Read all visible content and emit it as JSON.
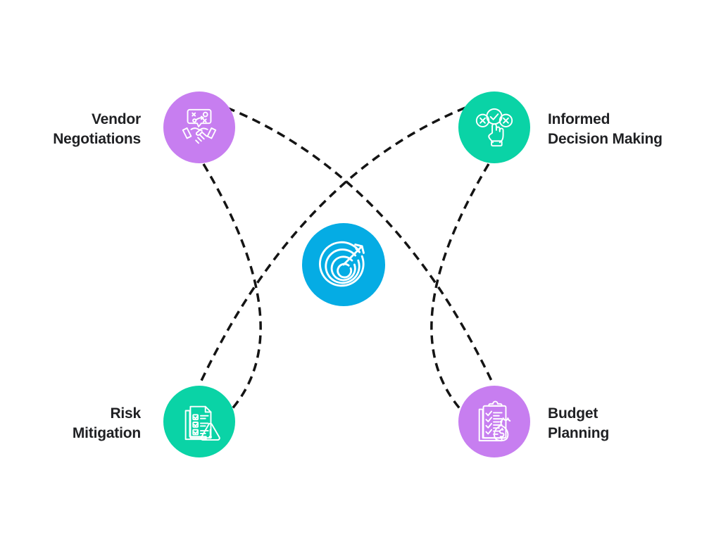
{
  "diagram": {
    "type": "hub-and-spoke-crossed",
    "background": "#ffffff",
    "center": {
      "id": "center-goal",
      "icon": "target-arrow-icon",
      "color": "#05ace4",
      "label": ""
    },
    "connector": {
      "style": "dashed",
      "color": "#141414",
      "dash": "12 8",
      "width": 3.5
    },
    "nodes": [
      {
        "id": "vendor-negotiations",
        "label": "Vendor\nNegotiations",
        "label_side": "left",
        "icon": "handshake-strategy-icon",
        "color": "#c77ef0"
      },
      {
        "id": "informed-decision-making",
        "label": "Informed\nDecision Making",
        "label_side": "right",
        "icon": "hand-choice-check-icon",
        "color": "#0ad3a6"
      },
      {
        "id": "risk-mitigation",
        "label": "Risk\nMitigation",
        "label_side": "left",
        "icon": "checklist-warning-icon",
        "color": "#0ad3a6"
      },
      {
        "id": "budget-planning",
        "label": "Budget\nPlanning",
        "label_side": "right",
        "icon": "clipboard-money-bag-icon",
        "color": "#c77ef0"
      }
    ]
  }
}
